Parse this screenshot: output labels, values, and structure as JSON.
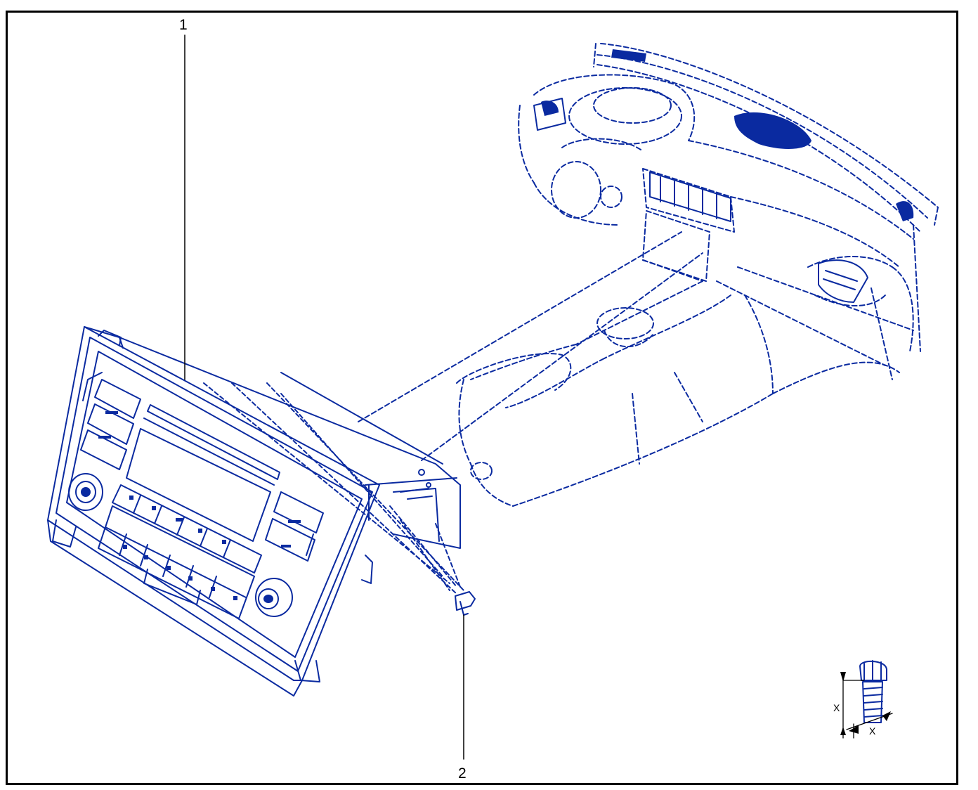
{
  "diagram": {
    "line_color": "#0a2aa0",
    "fill_color": "#0a2aa0",
    "frame_color": "#000000",
    "callouts": [
      {
        "id": "1",
        "label": "1"
      },
      {
        "id": "2",
        "label": "2"
      }
    ],
    "torque_symbol": {
      "icon": "bolt-torque-icon",
      "dim_label_a": "X",
      "dim_label_b": "X"
    }
  }
}
